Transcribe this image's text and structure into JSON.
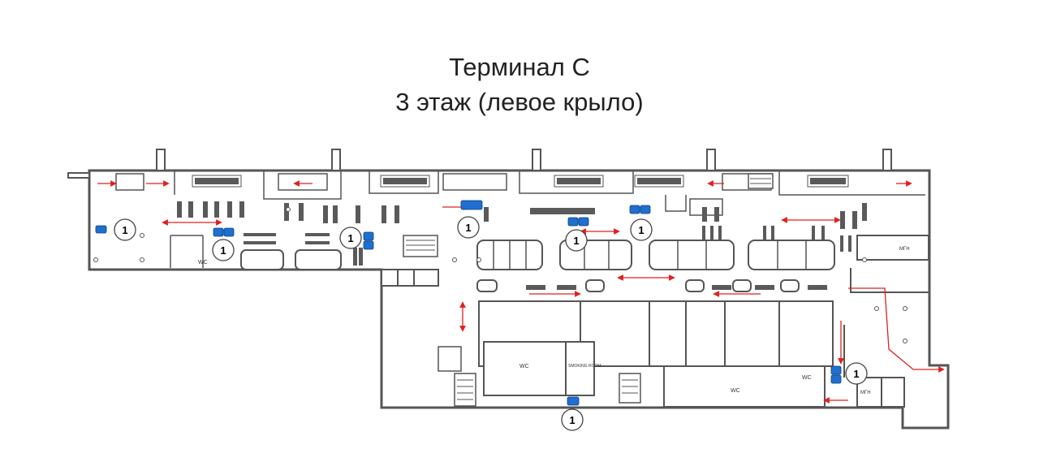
{
  "title": {
    "line1": "Терминал С",
    "line2": "3 этаж (левое крыло)"
  },
  "colors": {
    "wall": "#555555",
    "floor": "#ffffff",
    "seat": "#5a5a5a",
    "arrow": "#e02020",
    "atm": "#1f6fd1"
  },
  "room_labels": {
    "wc_small": "WC",
    "wc_center": "WC",
    "smoking": "SMOKING ROOM",
    "wc_right_top": "WC",
    "wc_right_bottom": "WC",
    "mgn_top": "МГН",
    "mgn_bottom": "МГН"
  },
  "markers": [
    {
      "label": "1",
      "icon": "atm-icon"
    },
    {
      "label": "1",
      "icon": "atm-icon"
    },
    {
      "label": "1",
      "icon": "atm-icon"
    },
    {
      "label": "1",
      "icon": "atm-icon"
    },
    {
      "label": "1",
      "icon": "atm-icon"
    },
    {
      "label": "1",
      "icon": "atm-icon"
    },
    {
      "label": "1",
      "icon": "atm-icon"
    },
    {
      "label": "1",
      "icon": "atm-icon"
    }
  ]
}
